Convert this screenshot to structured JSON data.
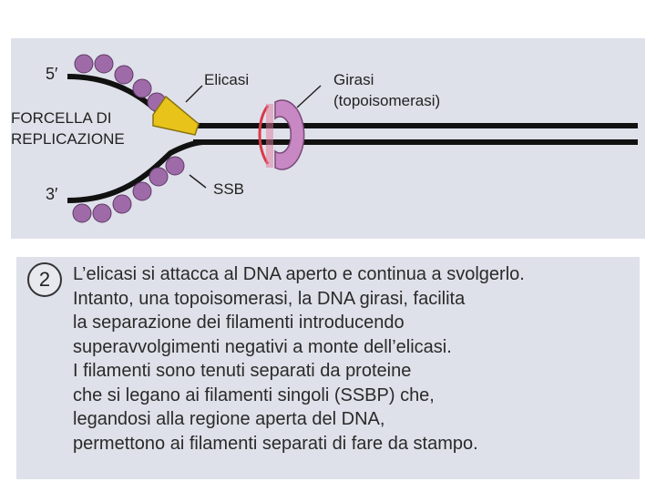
{
  "diagram": {
    "label_5prime": "5′",
    "label_3prime": "3′",
    "label_fork_line1": "FORCELLA DI",
    "label_fork_line2": "REPLICAZIONE",
    "label_helicase": "Elicasi",
    "label_gyrase_line1": "Girasi",
    "label_gyrase_line2": "(topoisomerasi)",
    "label_ssb": "SSB",
    "colors": {
      "panel_bg": "#dfe1ea",
      "dna_strand": "#111111",
      "ssb_protein": "#9e6aa8",
      "helicase": "#e8c31a",
      "gyrase": "#c888c4",
      "gyrase_accent": "#d83a4a"
    }
  },
  "caption": {
    "step_number": "2",
    "lines": [
      "L’elicasi si attacca al DNA aperto e continua a svolgerlo.",
      "Intanto, una topoisomerasi, la DNA girasi, facilita",
      "la separazione dei filamenti introducendo",
      "superavvolgimenti negativi a monte dell’elicasi.",
      "I filamenti sono tenuti separati da proteine",
      "che si legano ai filamenti singoli (SSBP) che,",
      "legandosi alla regione aperta del DNA,",
      "permettono ai filamenti separati di fare da stampo."
    ]
  }
}
